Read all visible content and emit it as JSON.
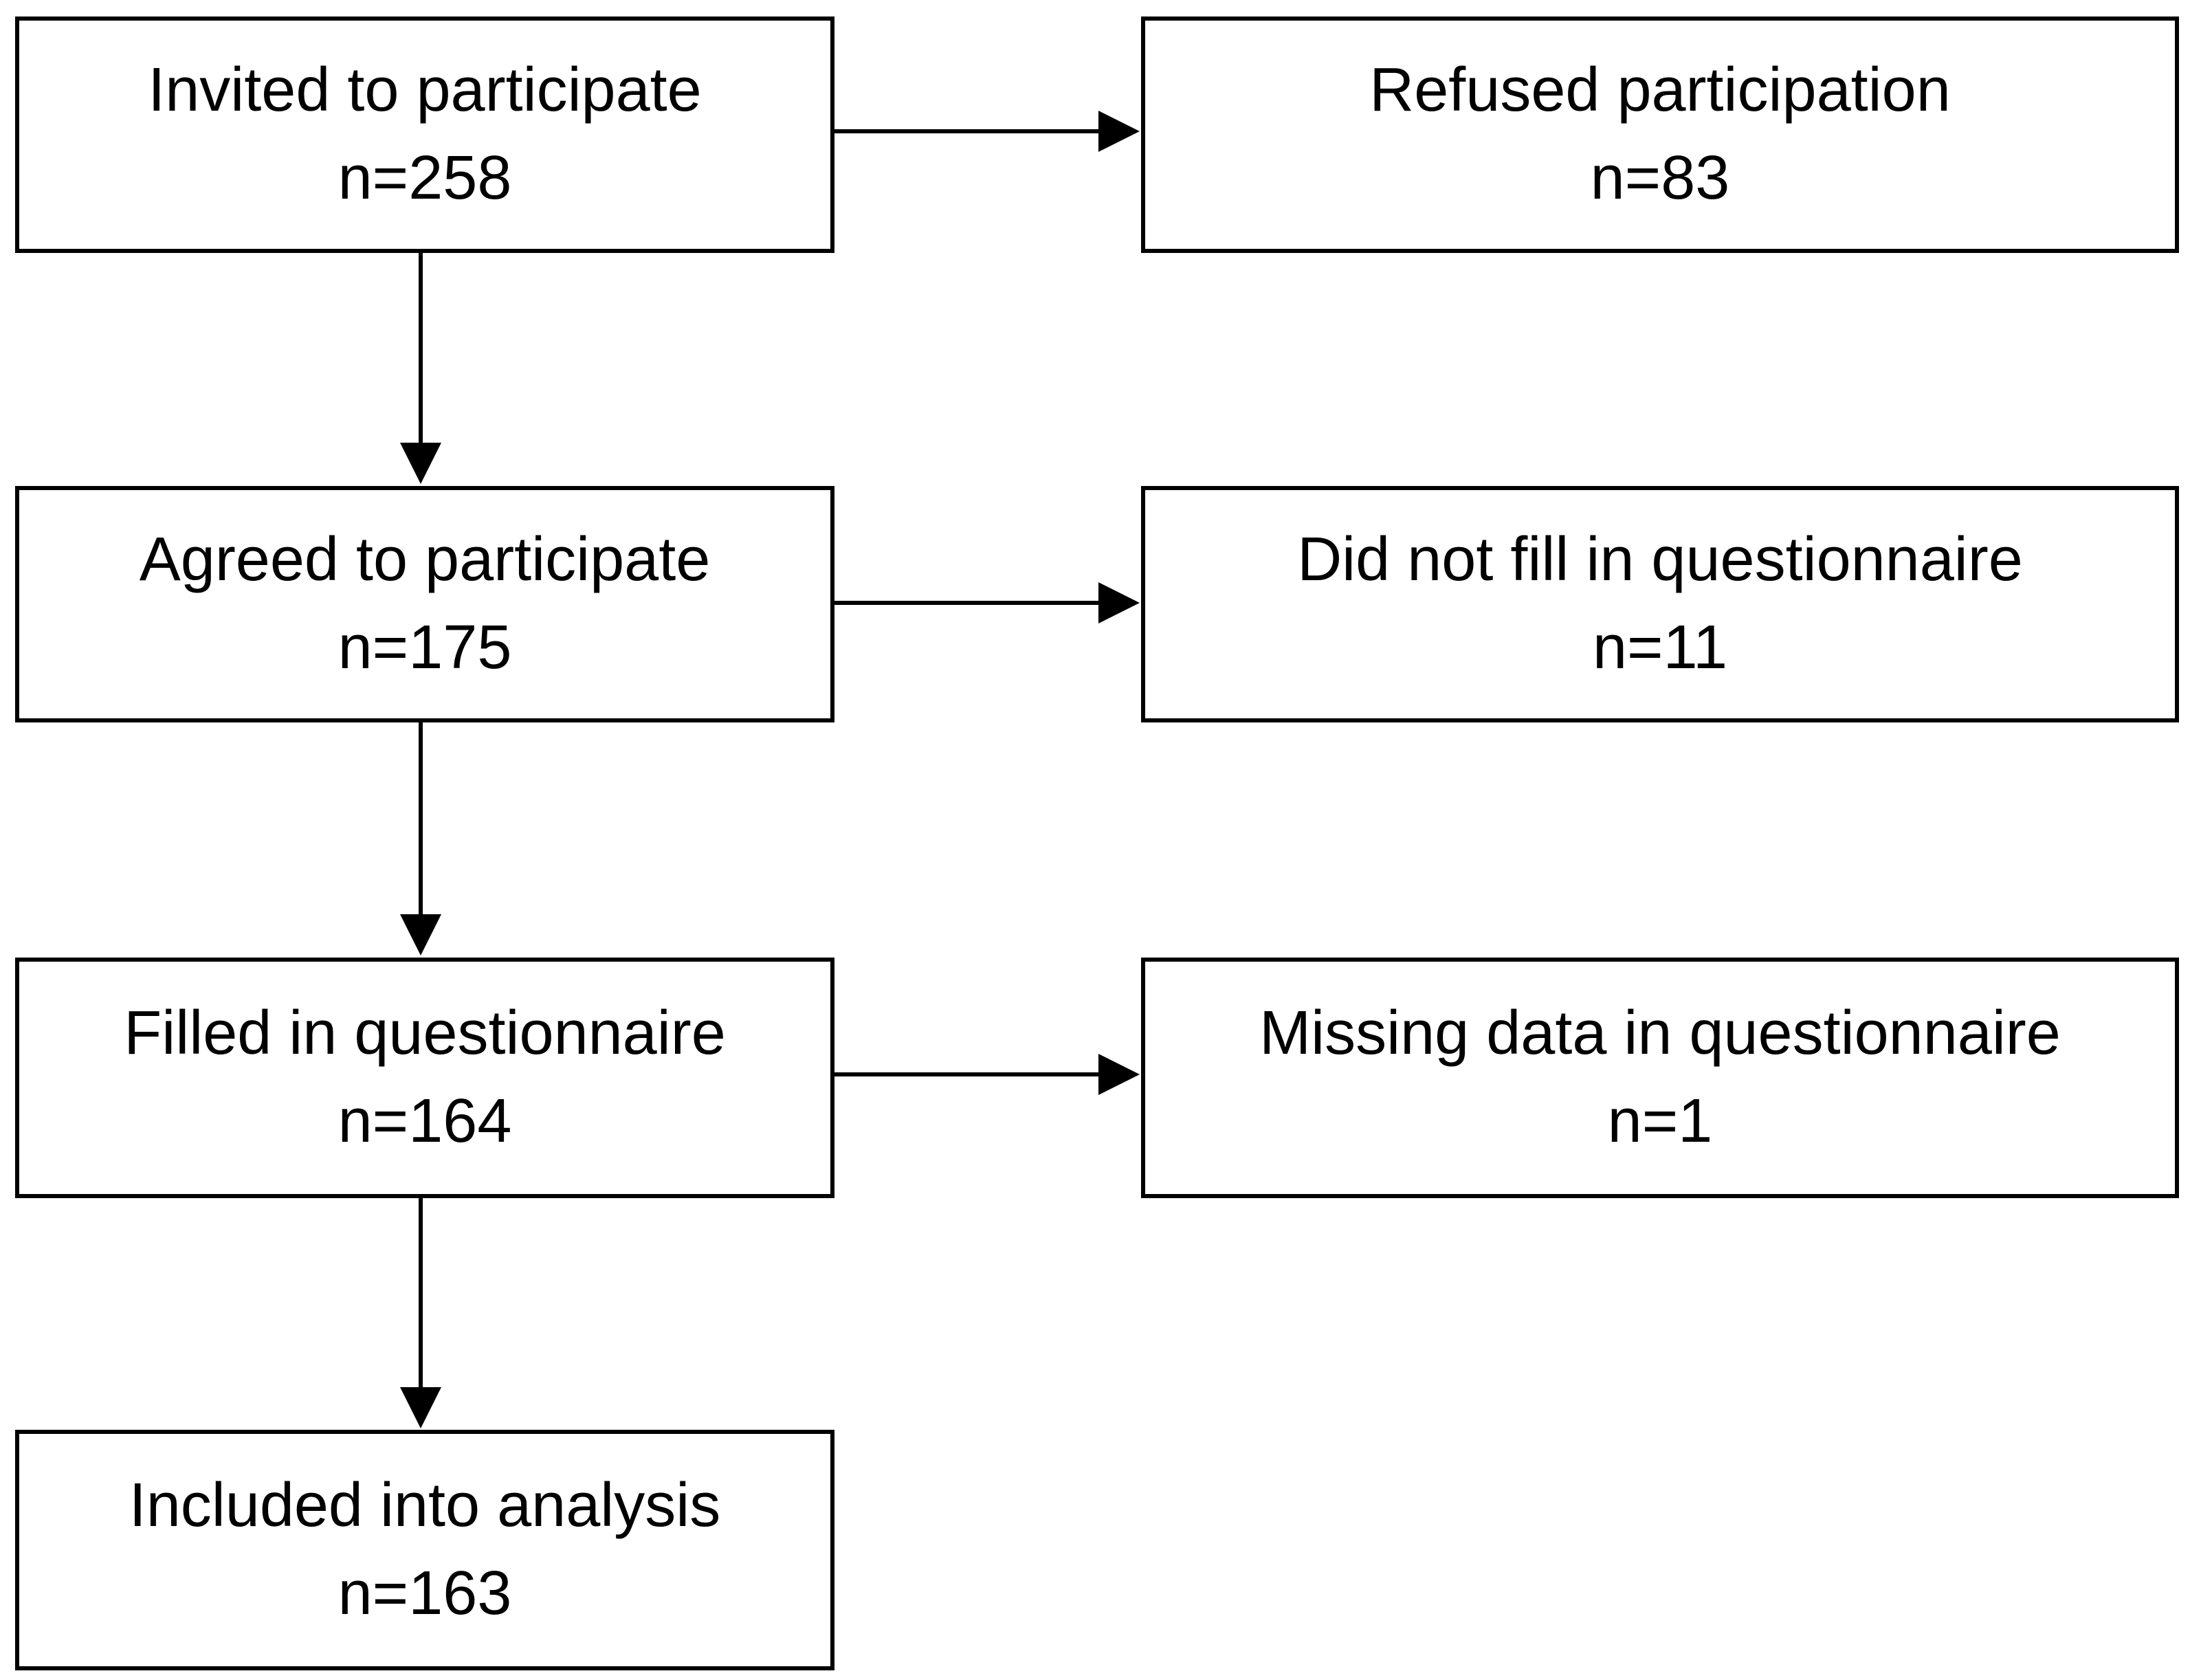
{
  "diagram": {
    "steps": [
      {
        "label": "Invited to participate",
        "count": "n=258"
      },
      {
        "label": "Agreed to participate",
        "count": "n=175"
      },
      {
        "label": "Filled in questionnaire",
        "count": "n=164"
      },
      {
        "label": "Included into analysis",
        "count": "n=163"
      }
    ],
    "exclusions": [
      {
        "label": "Refused participation",
        "count": "n=83"
      },
      {
        "label": "Did not fill in questionnaire",
        "count": "n=11"
      },
      {
        "label": "Missing data in questionnaire",
        "count": "n=1"
      }
    ],
    "colors": {
      "line": "#000000",
      "box_border": "#000000",
      "background": "#ffffff"
    }
  }
}
